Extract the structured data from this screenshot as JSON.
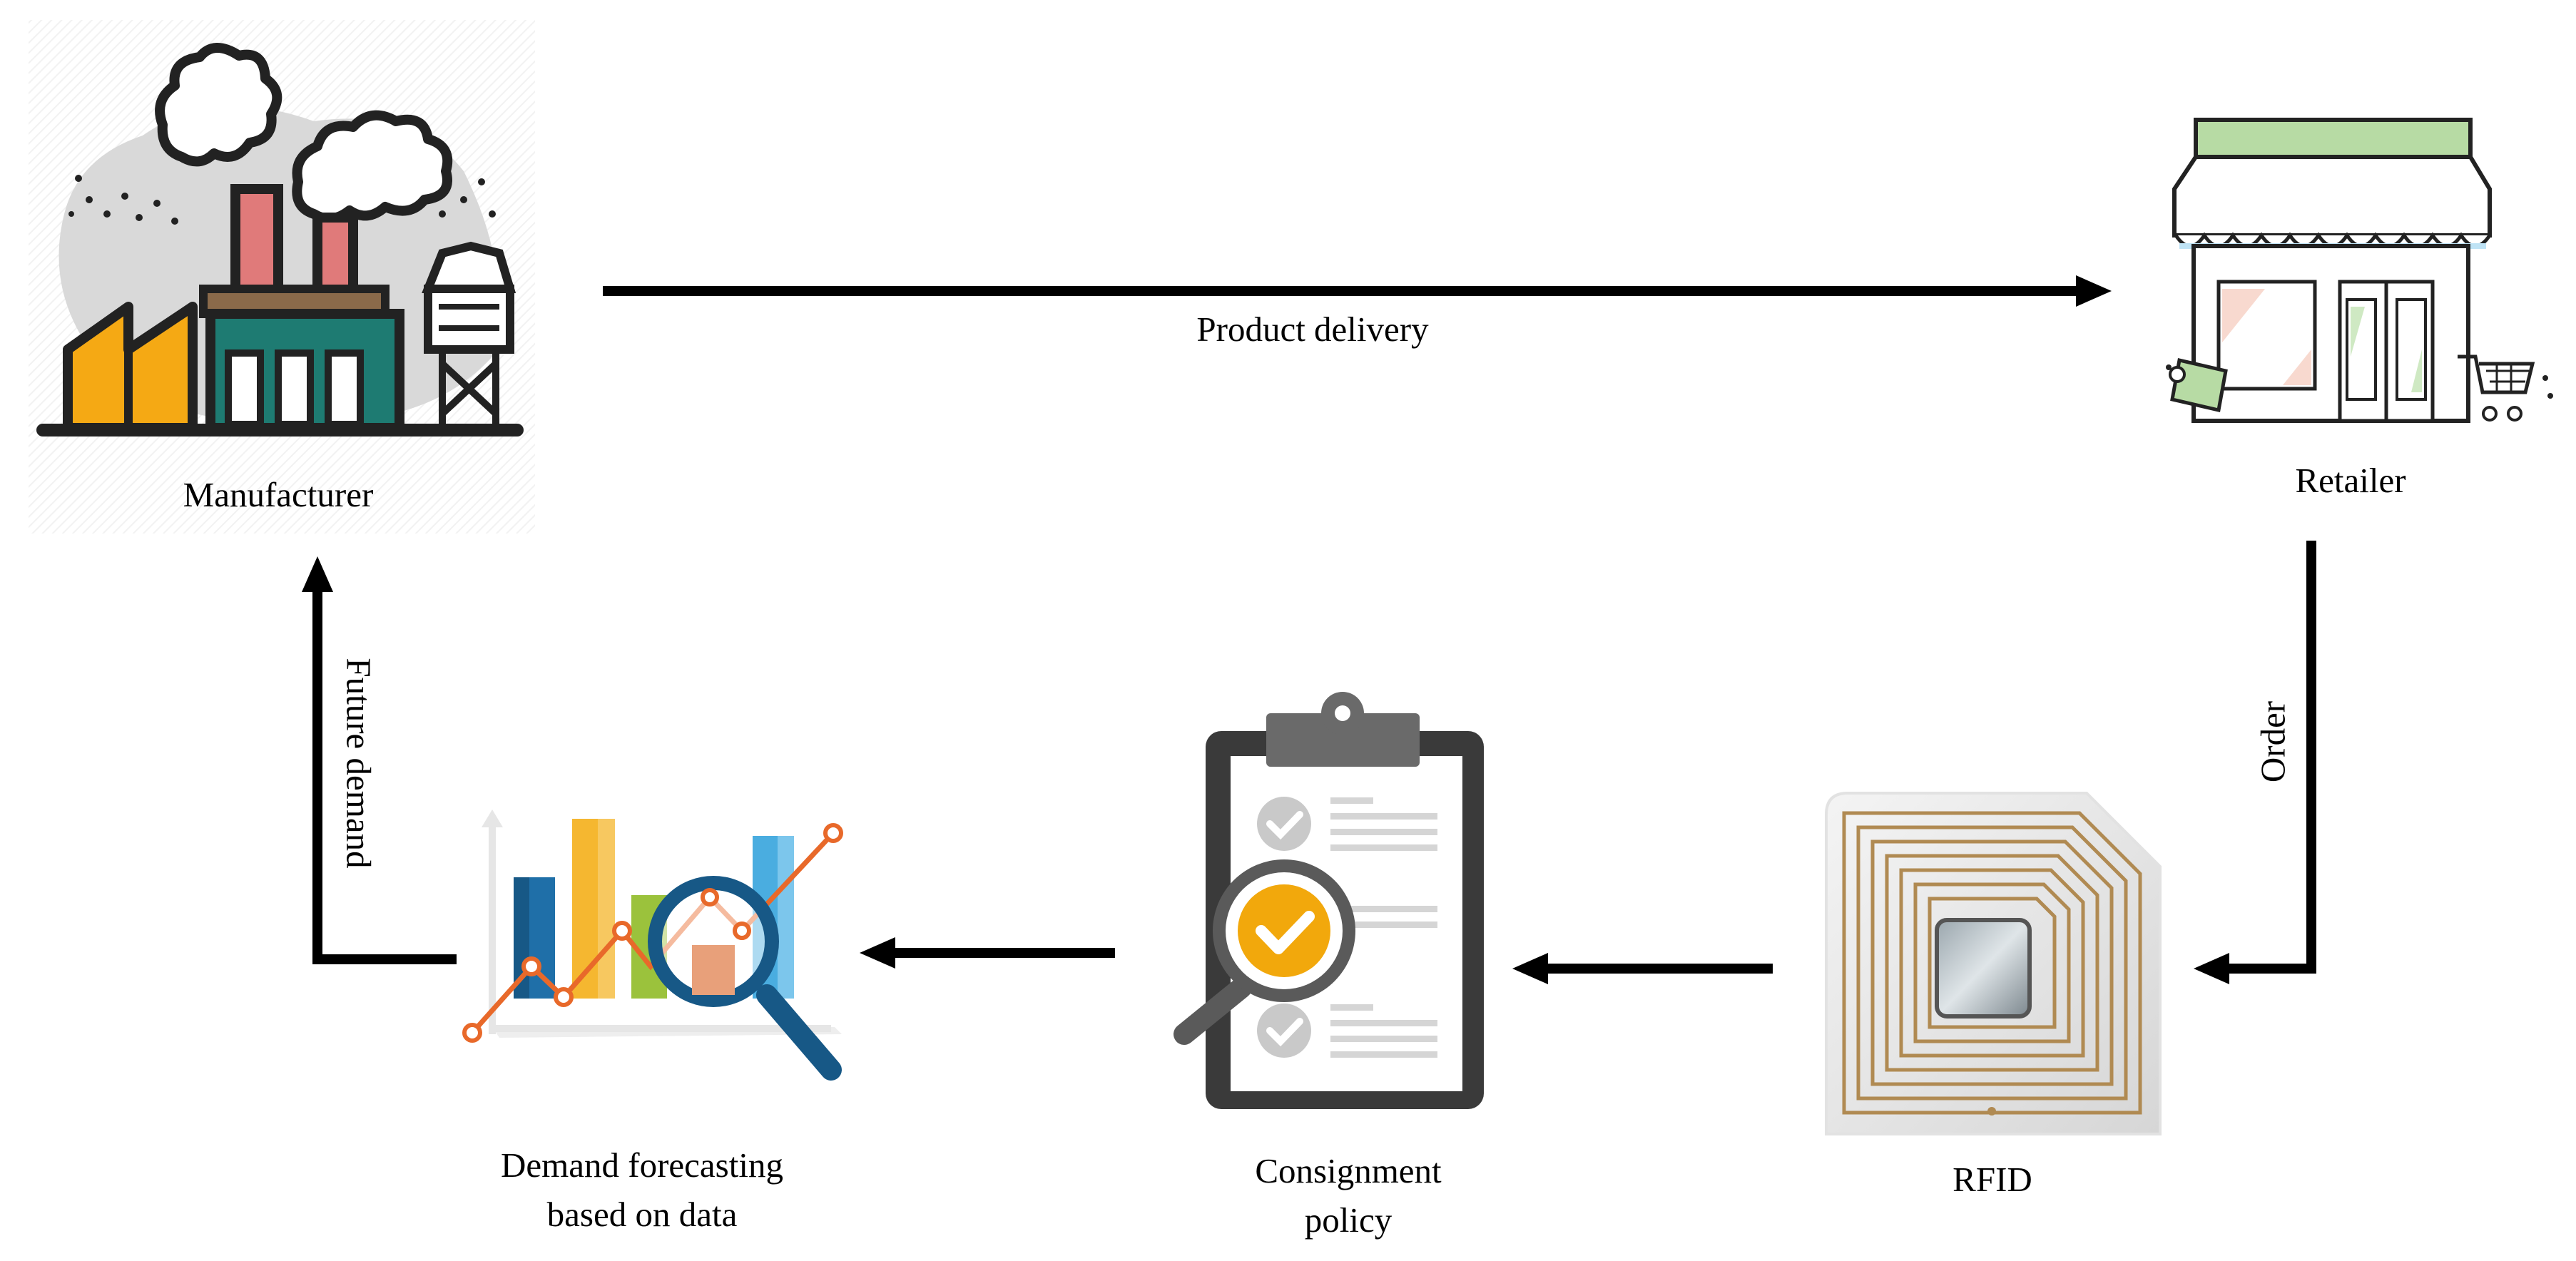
{
  "nodes": {
    "manufacturer": {
      "label": "Manufacturer",
      "icon": "factory-icon"
    },
    "retailer": {
      "label": "Retailer",
      "icon": "storefront-icon"
    },
    "rfid": {
      "label": "RFID",
      "icon": "rfid-chip-icon"
    },
    "consignment": {
      "line1": "Consignment",
      "line2": "policy",
      "icon": "clipboard-check-icon"
    },
    "forecast": {
      "line1": "Demand forecasting",
      "line2": "based on data",
      "icon": "chart-magnifier-icon"
    }
  },
  "edges": {
    "product_delivery": "Product delivery",
    "order": "Order",
    "future_demand": "Future demand"
  },
  "colors": {
    "factory_yellow": "#F5A914",
    "factory_teal": "#1E7B72",
    "chimney_red": "#E07A7A",
    "awning_green": "#B7DBA4",
    "rfid_gold": "#B08A52",
    "check_orange": "#F2A80C",
    "clipboard_dark": "#3A3A3A",
    "chart_blue": "#1F6FA8",
    "chart_orange": "#E8692A"
  }
}
